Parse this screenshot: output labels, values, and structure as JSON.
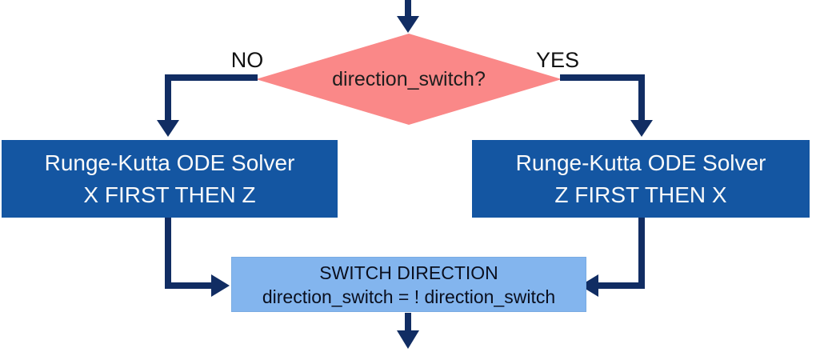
{
  "colors": {
    "arrow": "#112D63",
    "decision_fill": "#FA8888",
    "process_fill": "#1456A2",
    "process_text": "#FAFAFA",
    "switch_fill": "#83B5EE",
    "switch_border": "#79ABE2",
    "switch_text": "#0A0F1E",
    "decision_text": "#1D1D1D",
    "label_text": "#111111"
  },
  "flowchart": {
    "decision": {
      "label": "direction_switch?"
    },
    "branch_no": {
      "label": "NO"
    },
    "branch_yes": {
      "label": "YES"
    },
    "solver_left": {
      "line1": "Runge-Kutta ODE Solver",
      "line2": "X FIRST THEN Z"
    },
    "solver_right": {
      "line1": "Runge-Kutta ODE Solver",
      "line2": "Z FIRST THEN X"
    },
    "switch_direction": {
      "line1": "SWITCH DIRECTION",
      "line2": "direction_switch = ! direction_switch"
    }
  }
}
